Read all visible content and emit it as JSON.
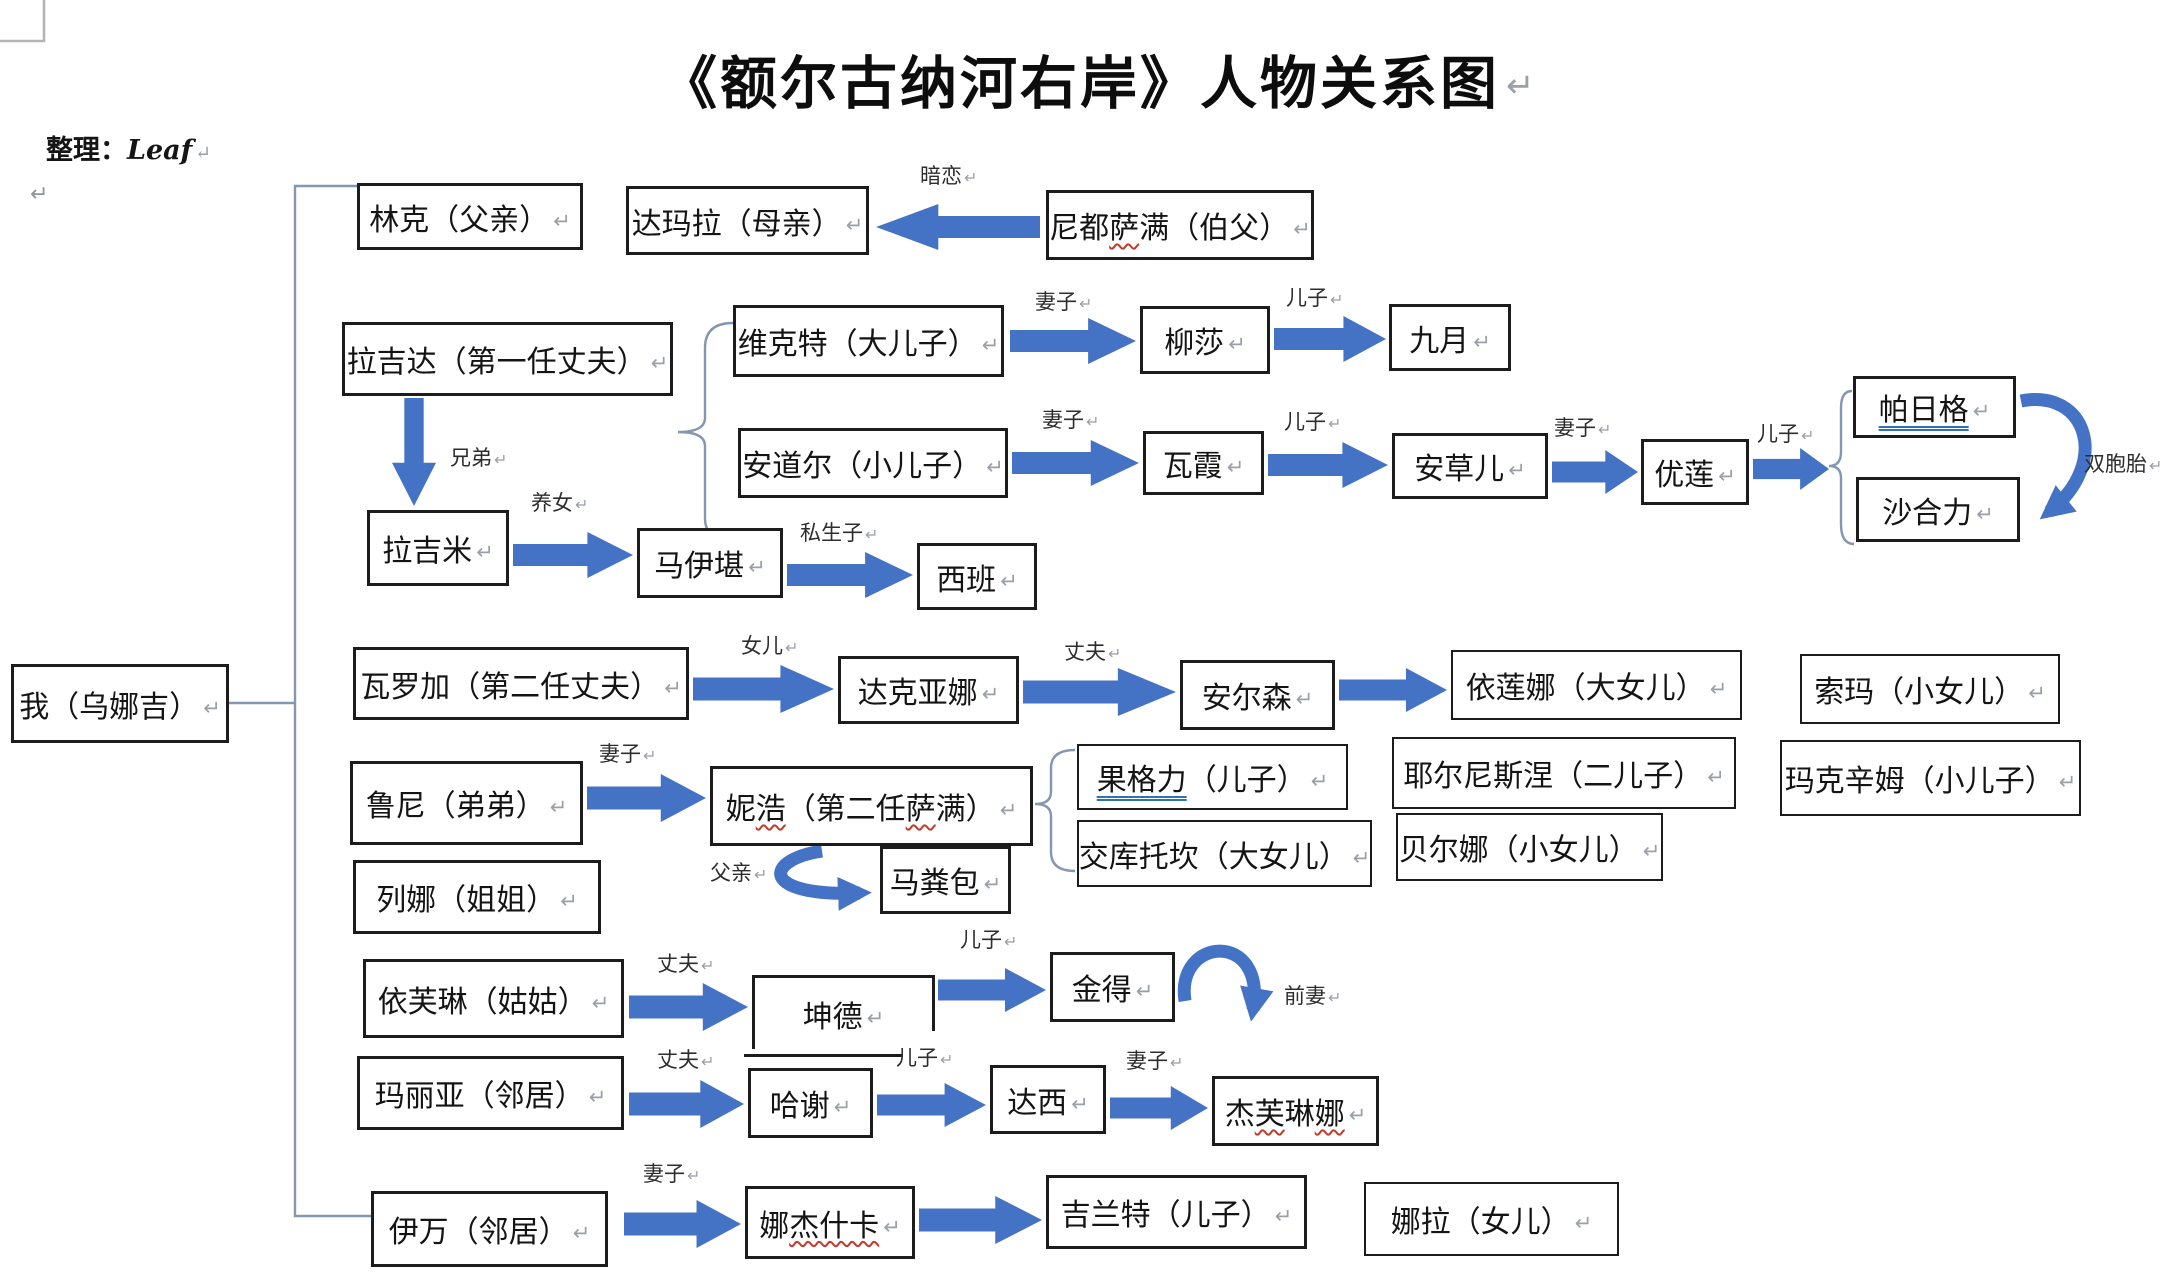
{
  "title": {
    "text": "《额尔古纳河右岸》人物关系图"
  },
  "credit": {
    "prefix": "整理：",
    "name": "Leaf"
  },
  "marks": {
    "pilcrow": "↵"
  },
  "colors": {
    "arrow_blue": "#4472c4",
    "connector_gray": "#8496b0",
    "box_border": "#1c1c1c",
    "squiggle_red": "#c23a2b",
    "double_underline_blue": "#2e74b5",
    "pilcrow_gray": "#9aa0a6"
  },
  "nodes": {
    "linke": {
      "label": "林克（父亲）"
    },
    "damala": {
      "label": "达玛拉（母亲）"
    },
    "nidusaman": {
      "parts": [
        "尼都",
        "萨",
        "满（伯父）"
      ]
    },
    "lajida": {
      "label": "拉吉达（第一任丈夫）"
    },
    "weikete": {
      "label": "维克特（大儿子）"
    },
    "liusha": {
      "label": "柳莎"
    },
    "jiuyue": {
      "label": "九月"
    },
    "andaoer": {
      "label": "安道尔（小儿子）"
    },
    "waxia": {
      "label": "瓦霞"
    },
    "ancaoer": {
      "label": "安草儿"
    },
    "youlian": {
      "label": "优莲"
    },
    "parige": {
      "label": "帕日格"
    },
    "shaheli": {
      "label": "沙合力"
    },
    "lajimi": {
      "label": "拉吉米"
    },
    "mayikan": {
      "label": "马伊堪"
    },
    "xiban": {
      "label": "西班"
    },
    "wo": {
      "label": "我（乌娜吉）"
    },
    "waluojia": {
      "label": "瓦罗加（第二任丈夫）"
    },
    "dakeyana": {
      "label": "达克亚娜"
    },
    "anersen": {
      "label": "安尔森"
    },
    "yilianna": {
      "label": "依莲娜（大女儿）"
    },
    "suoma": {
      "label": "索玛（小女儿）"
    },
    "yeernisinie": {
      "label": "耶尔尼斯涅（二儿子）"
    },
    "makexinmu": {
      "label": "玛克辛姆（小儿子）"
    },
    "luni": {
      "label": "鲁尼（弟弟）"
    },
    "nihao": {
      "parts": [
        "妮",
        "浩",
        "（第二任",
        "萨",
        "满）"
      ]
    },
    "guogeli": {
      "parts": [
        "果格力",
        "（儿子）"
      ]
    },
    "jiaokutuokan": {
      "label": "交库托坎（大女儿）"
    },
    "beierna": {
      "label": "贝尔娜（小女儿）"
    },
    "mafenbao": {
      "label": "马粪包"
    },
    "liena": {
      "label": "列娜（姐姐）"
    },
    "yifulin": {
      "label": "依芙琳（姑姑）"
    },
    "kunde": {
      "label": "坤德"
    },
    "jinde": {
      "label": "金得"
    },
    "maliya": {
      "label": "玛丽亚（邻居）"
    },
    "haxie": {
      "label": "哈谢"
    },
    "daxi": {
      "label": "达西"
    },
    "jiefulinna": {
      "parts": [
        "杰",
        "芙",
        "琳",
        "娜"
      ]
    },
    "yiwan": {
      "label": "伊万（邻居）"
    },
    "najieshika": {
      "parts": [
        "娜",
        "杰什卡"
      ]
    },
    "jilante": {
      "label": "吉兰特（儿子）"
    },
    "nala": {
      "label": "娜拉（女儿）"
    }
  },
  "edges": {
    "nidusaman_damala": {
      "label": "暗恋"
    },
    "weikete_liusha": {
      "label": "妻子"
    },
    "liusha_jiuyue": {
      "label": "儿子"
    },
    "andaoer_waxia": {
      "label": "妻子"
    },
    "waxia_ancaoer": {
      "label": "儿子"
    },
    "ancaoer_youlian": {
      "label": "妻子"
    },
    "youlian_twins": {
      "label": "儿子"
    },
    "parige_shaheli": {
      "label": "双胞胎"
    },
    "lajida_lajimi": {
      "label": "兄弟"
    },
    "lajimi_mayikan": {
      "label": "养女"
    },
    "mayikan_xiban": {
      "label": "私生子"
    },
    "waluojia_dakeyana": {
      "label": "女儿"
    },
    "dakeyana_anersen": {
      "label": "丈夫"
    },
    "luni_nihao": {
      "label": "妻子"
    },
    "nihao_mafenbao": {
      "label": "父亲"
    },
    "yifulin_kunde": {
      "label": "丈夫"
    },
    "kunde_jinde": {
      "label": "儿子"
    },
    "jinde_jiefulinna": {
      "label": "前妻"
    },
    "maliya_haxie": {
      "label": "丈夫"
    },
    "haxie_daxi": {
      "label": "儿子"
    },
    "daxi_jiefulinna": {
      "label": "妻子"
    },
    "yiwan_najieshika": {
      "label": "妻子"
    }
  }
}
